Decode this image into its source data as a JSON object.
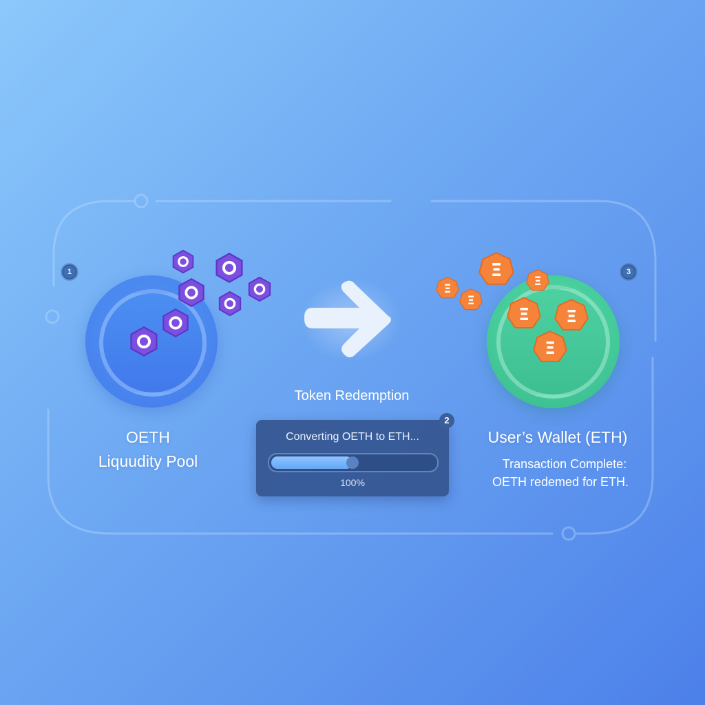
{
  "source": {
    "step": "1",
    "title_line1": "OETH",
    "title_line2": "Liquudity Pool",
    "token_icon": "oeth-hexagon-token-icon",
    "token_color": "#7b4fe0",
    "pool_color": "#4a86ef"
  },
  "transfer": {
    "arrow_icon": "arrow-right-icon",
    "title": "Token Redemption",
    "step": "2",
    "status": "Converting OETH to ETH...",
    "progress_percent_label": "100%",
    "progress_fill_fraction": 0.5
  },
  "destination": {
    "step": "3",
    "title": "User’s Wallet (ETH)",
    "message_line1": "Transaction Complete:",
    "message_line2": "OETH redemed for ETH.",
    "token_icon": "eth-heptagon-token-icon",
    "token_symbol": "Ξ",
    "token_color": "#f5843a",
    "wallet_color": "#44c999"
  },
  "colors": {
    "bg_top_left": "#8cc8fb",
    "bg_bottom_right": "#4c80ea",
    "card_bg": "#34528c"
  }
}
